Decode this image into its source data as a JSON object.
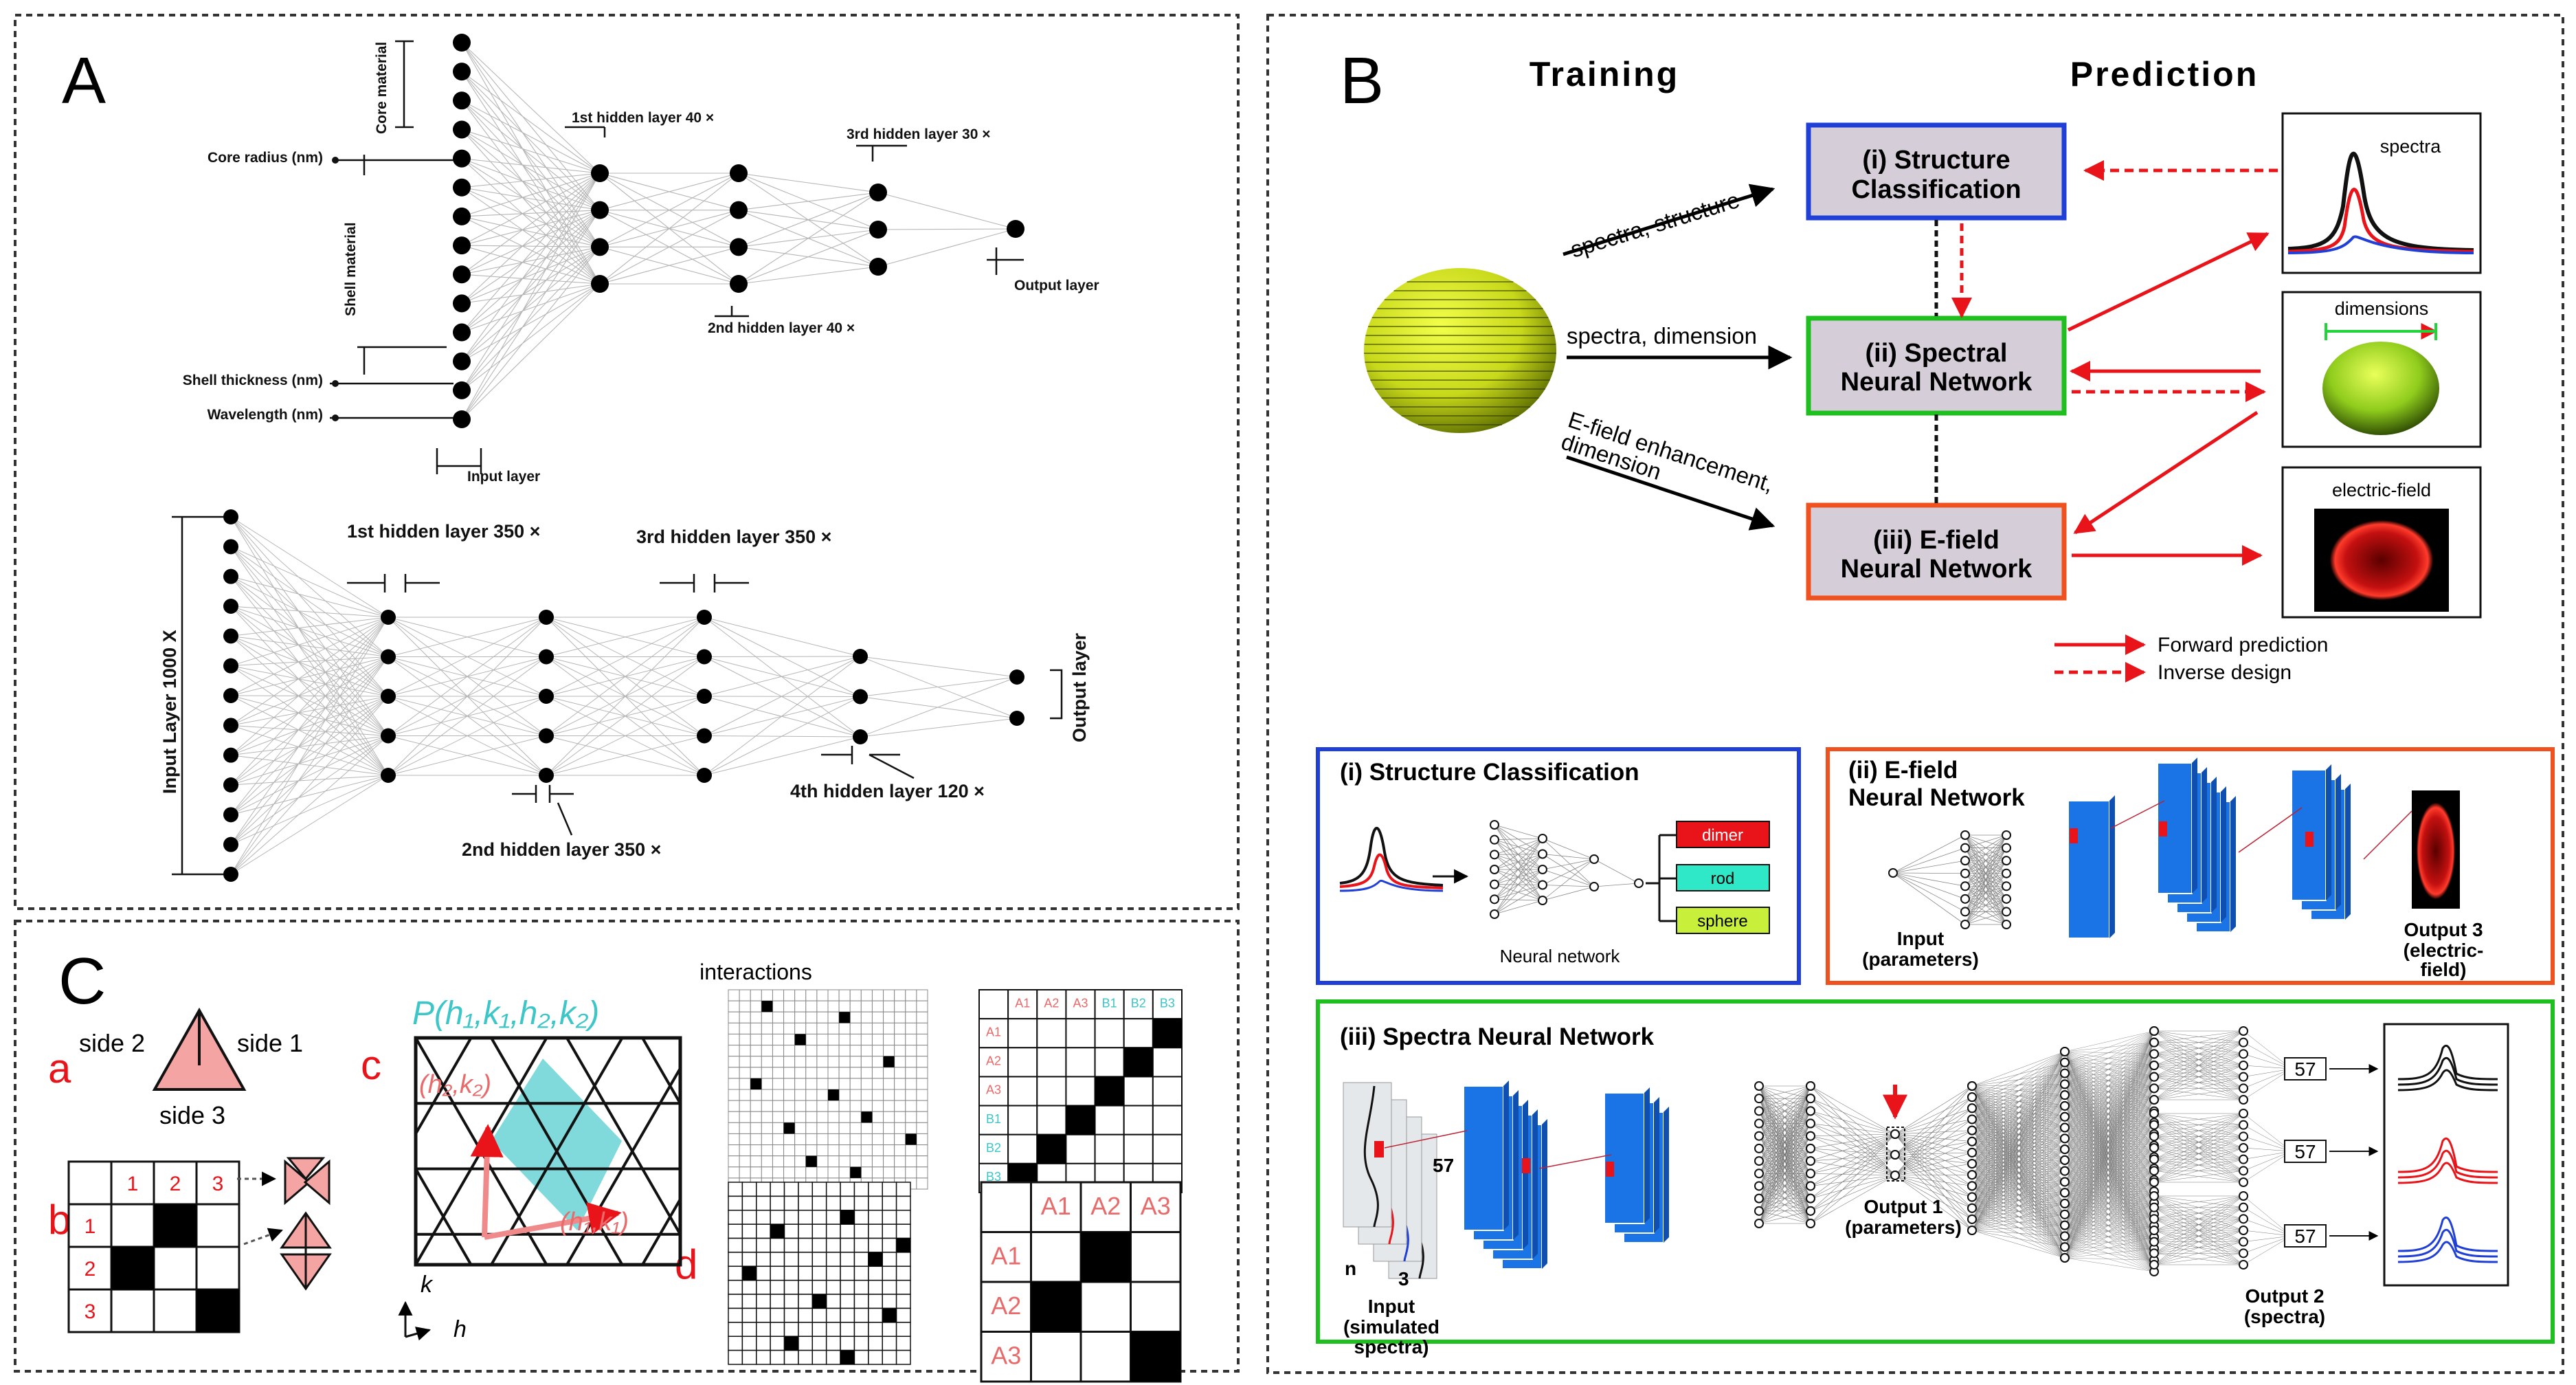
{
  "panels": {
    "A": {
      "letter": "A",
      "top_net": {
        "core_material": "Core material",
        "core_radius": "Core radius (nm)",
        "shell_material": "Shell material",
        "shell_thickness": "Shell thickness (nm)",
        "wavelength": "Wavelength (nm)",
        "input_layer": "Input layer",
        "hidden1": "1st hidden layer 40 ×",
        "hidden2": "2nd hidden layer 40 ×",
        "hidden3": "3rd hidden layer 30 ×",
        "output_layer": "Output layer"
      },
      "bottom_net": {
        "input_layer": "Input Layer 1000 X",
        "hidden1": "1st hidden layer 350 ×",
        "hidden2": "2nd hidden layer 350 ×",
        "hidden3": "3rd hidden layer 350 ×",
        "hidden4": "4th hidden layer 120 ×",
        "output_layer": "Output layer"
      }
    },
    "B": {
      "letter": "B",
      "training": "Training",
      "prediction": "Prediction",
      "arrow1": "spectra, structure",
      "arrow2": "spectra, dimension",
      "arrow3a": "E-field enhancement,",
      "arrow3b": "dimension",
      "box1a": "(i) Structure",
      "box1b": "Classification",
      "box2a": "(ii) Spectral",
      "box2b": "Neural Network",
      "box3a": "(iii) E-field",
      "box3b": "Neural Network",
      "img_spectra": "spectra",
      "img_dimensions": "dimensions",
      "img_efield": "electric-field",
      "legend_forward": "Forward prediction",
      "legend_inverse": "Inverse design",
      "sub_i": {
        "title": "(i) Structure Classification",
        "nn": "Neural network",
        "classes": [
          "dimer",
          "rod",
          "sphere"
        ]
      },
      "sub_ii": {
        "title1": "(ii) E-field",
        "title2": "Neural Network",
        "input1": "Input",
        "input2": "(parameters)",
        "output1": "Output 3",
        "output2": "(electric-",
        "output3": "field)"
      },
      "sub_iii": {
        "title": "(iii) Spectra Neural Network",
        "dim57": "57",
        "dimn": "n",
        "dim3": "3",
        "input1": "Input",
        "input2": "(simulated",
        "input3": "spectra)",
        "out1a": "Output 1",
        "out1b": "(parameters)",
        "out2a": "Output 2",
        "out2b": "(spectra)",
        "box57": "57"
      }
    },
    "C": {
      "letter": "C",
      "a": "a",
      "b": "b",
      "c": "c",
      "d": "d",
      "side1": "side 1",
      "side2": "side 2",
      "side3": "side 3",
      "grid_b_cols": [
        "1",
        "2",
        "3"
      ],
      "grid_b_rows": [
        "1",
        "2",
        "3"
      ],
      "prob": "P(h₁,k₁,h₂,k₂)",
      "h2k2": "(h₂,k₂)",
      "h1k1": "(h₁,k₁)",
      "k": "k",
      "h": "h",
      "interactions": "interactions",
      "matrix_labels": [
        "A1",
        "A2",
        "A3",
        "B1",
        "B2",
        "B3"
      ],
      "big_labels": [
        "A1",
        "A2",
        "A3"
      ]
    }
  },
  "colors": {
    "red": "#e8141a",
    "blue": "#1f3fd6",
    "green": "#1fbf1f",
    "orange": "#f0521f",
    "boxfill": "#d5cdd8",
    "cyan": "#3cc6c8",
    "pink": "#f4a5a3",
    "featureblue": "#1a74e6"
  }
}
